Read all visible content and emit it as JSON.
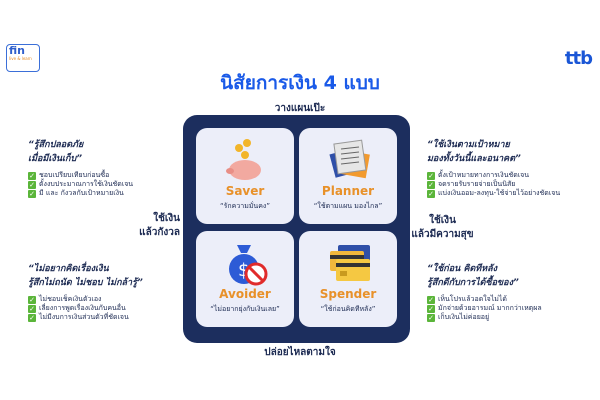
{
  "logos": {
    "fin": "fin",
    "fin_sub": "live & learn",
    "ttb_left": "tt",
    "ttb_right": "b"
  },
  "title": "นิสัยการเงิน 4 แบบ",
  "axes": {
    "top": "วางแผนเป๊ะ",
    "bottom": "ปล่อยไหลตามใจ",
    "left": [
      "ใช้เงิน",
      "แล้วกังวล"
    ],
    "right": [
      "ใช้เงิน",
      "แล้วมีความสุข"
    ]
  },
  "cards": [
    {
      "name": "Saver",
      "quote": "“รักความมั่นคง”",
      "icon": "piggy-bank-icon"
    },
    {
      "name": "Planner",
      "quote": "“ใช้ตามแผน มองไกล”",
      "icon": "documents-icon"
    },
    {
      "name": "Avoider",
      "quote": "“ไม่อยากยุ่งกับเงินเลย”",
      "icon": "money-bag-forbidden-icon"
    },
    {
      "name": "Spender",
      "quote": "“ใช้ก่อนคิดทีหลัง”",
      "icon": "credit-cards-icon"
    }
  ],
  "descriptions": [
    {
      "heading": [
        "“รู้สึกปลอดภัย",
        "เมื่อมีเงินเก็บ”"
      ],
      "items": [
        "ชอบเปรียบเทียบก่อนซื้อ",
        "ตั้งงบประมาณการใช้เงินชัดเจน",
        "มี และ กังวลกับเป้าหมายเงิน"
      ]
    },
    {
      "heading": [
        "“ใช้เงินตามเป้าหมาย",
        "มองทั้งวันนี้และอนาคต”"
      ],
      "items": [
        "ตั้งเป้าหมายทางการเงินชัดเจน",
        "จดรายรับรายจ่ายเป็นนิสัย",
        "แบ่งเงินออม-ลงทุน-ใช้จ่ายไว้อย่างชัดเจน"
      ]
    },
    {
      "heading": [
        "“ไม่อยากคิดเรื่องเงิน",
        "รู้สึกไม่ถนัด ไม่ชอบ ไม่กล้ารู้”"
      ],
      "items": [
        "ไม่ชอบเช็คเงินตัวเอง",
        "เลี่ยงการพูดเรื่องเงินกับคนอื่น",
        "ไม่มีงบการเงินส่วนตัวที่ชัดเจน"
      ]
    },
    {
      "heading": [
        "“ใช้ก่อน คิดทีหลัง",
        "รู้สึกดีกับการได้ซื้อของ”"
      ],
      "items": [
        "เห็นโปรแล้วอดใจไม่ได้",
        "มักจ่ายด้วยอารมณ์ มากกว่าเหตุผล",
        "เก็บเงินไม่ค่อยอยู่"
      ]
    }
  ],
  "check": "✓"
}
